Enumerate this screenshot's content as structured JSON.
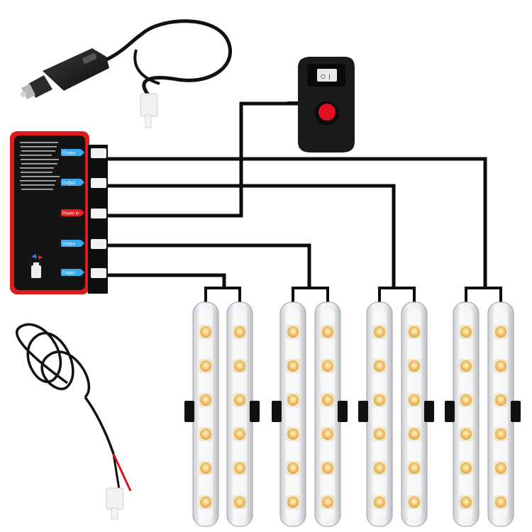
{
  "controller": {
    "ports": [
      {
        "label": "Output",
        "color": "#39a9e8"
      },
      {
        "label": "Output",
        "color": "#39a9e8"
      },
      {
        "label": "Power in",
        "color": "#e22020"
      },
      {
        "label": "Output",
        "color": "#39a9e8"
      },
      {
        "label": "Output",
        "color": "#39a9e8"
      }
    ],
    "accent_color": "#e01b1b",
    "body_color": "#141414"
  },
  "switch": {
    "button_color": "#e01020"
  },
  "light_bars": {
    "pairs": 4,
    "leds_per_bar": 6,
    "led_color": "#f5c46a"
  }
}
